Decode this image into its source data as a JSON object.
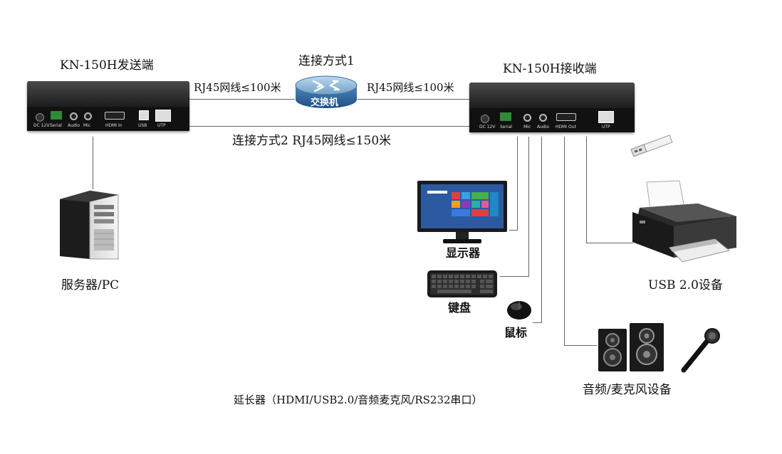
{
  "transmitter": {
    "title": "KN-150H发送端",
    "ports": [
      "DC 12V",
      "Serial",
      "Audio",
      "Mic",
      "HDMI In",
      "USB",
      "UTP"
    ]
  },
  "receiver": {
    "title": "KN-150H接收端",
    "ports": [
      "DC 12V",
      "Serial",
      "Mic",
      "Audio",
      "HDMI Out",
      "UTP"
    ]
  },
  "switch": {
    "title": "连接方式1",
    "label": "交换机"
  },
  "links": {
    "left_cable": "RJ45网线≤100米",
    "right_cable": "RJ45网线≤100米",
    "direct": "连接方式2  RJ45网线≤150米"
  },
  "peripherals": {
    "server": "服务器/PC",
    "monitor": "显示器",
    "keyboard": "键盘",
    "mouse": "鼠标",
    "usb": "USB 2.0设备",
    "audio": "音频/麦克风设备"
  },
  "caption": "延长器（HDMI/USB2.0/音频麦克风/RS232串口）"
}
